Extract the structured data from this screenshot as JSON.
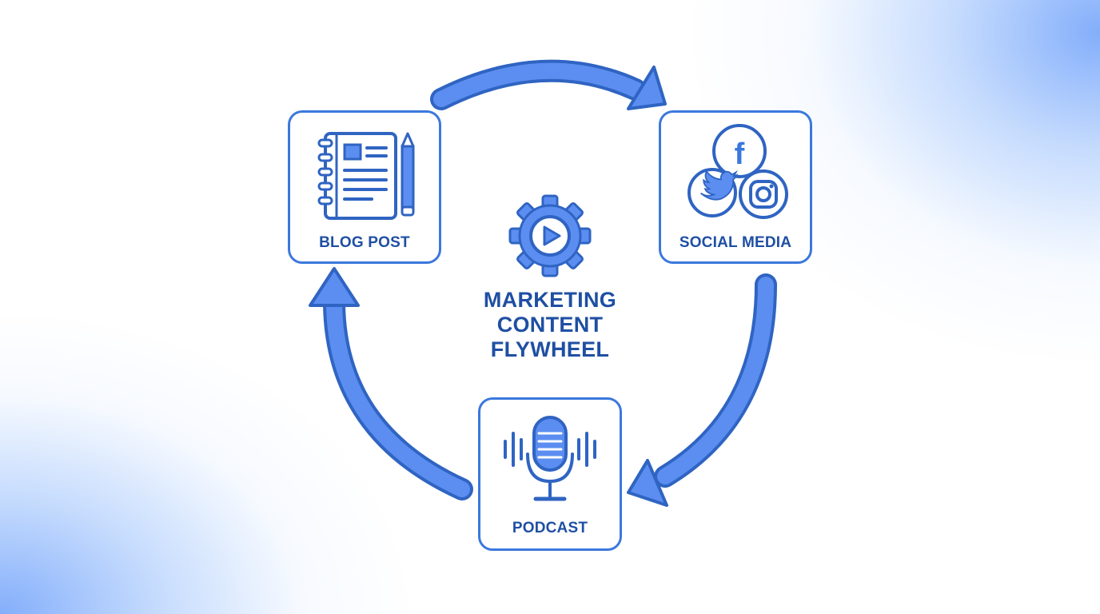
{
  "diagram": {
    "title_lines": [
      "MARKETING",
      "CONTENT",
      "FLYWHEEL"
    ],
    "center_icon": "gear-play-icon",
    "nodes": [
      {
        "label": "BLOG POST",
        "icon": "notebook-pencil-icon"
      },
      {
        "label": "SOCIAL MEDIA",
        "icon": "social-icons-cluster"
      },
      {
        "label": "PODCAST",
        "icon": "microphone-icon"
      }
    ],
    "flow": [
      "BLOG POST",
      "SOCIAL MEDIA",
      "PODCAST",
      "BLOG POST"
    ]
  },
  "colors": {
    "primary": "#3b78dd",
    "light_fill": "#5b8ef0",
    "text": "#1f4fa3",
    "background_accent": "#8db4fb"
  }
}
